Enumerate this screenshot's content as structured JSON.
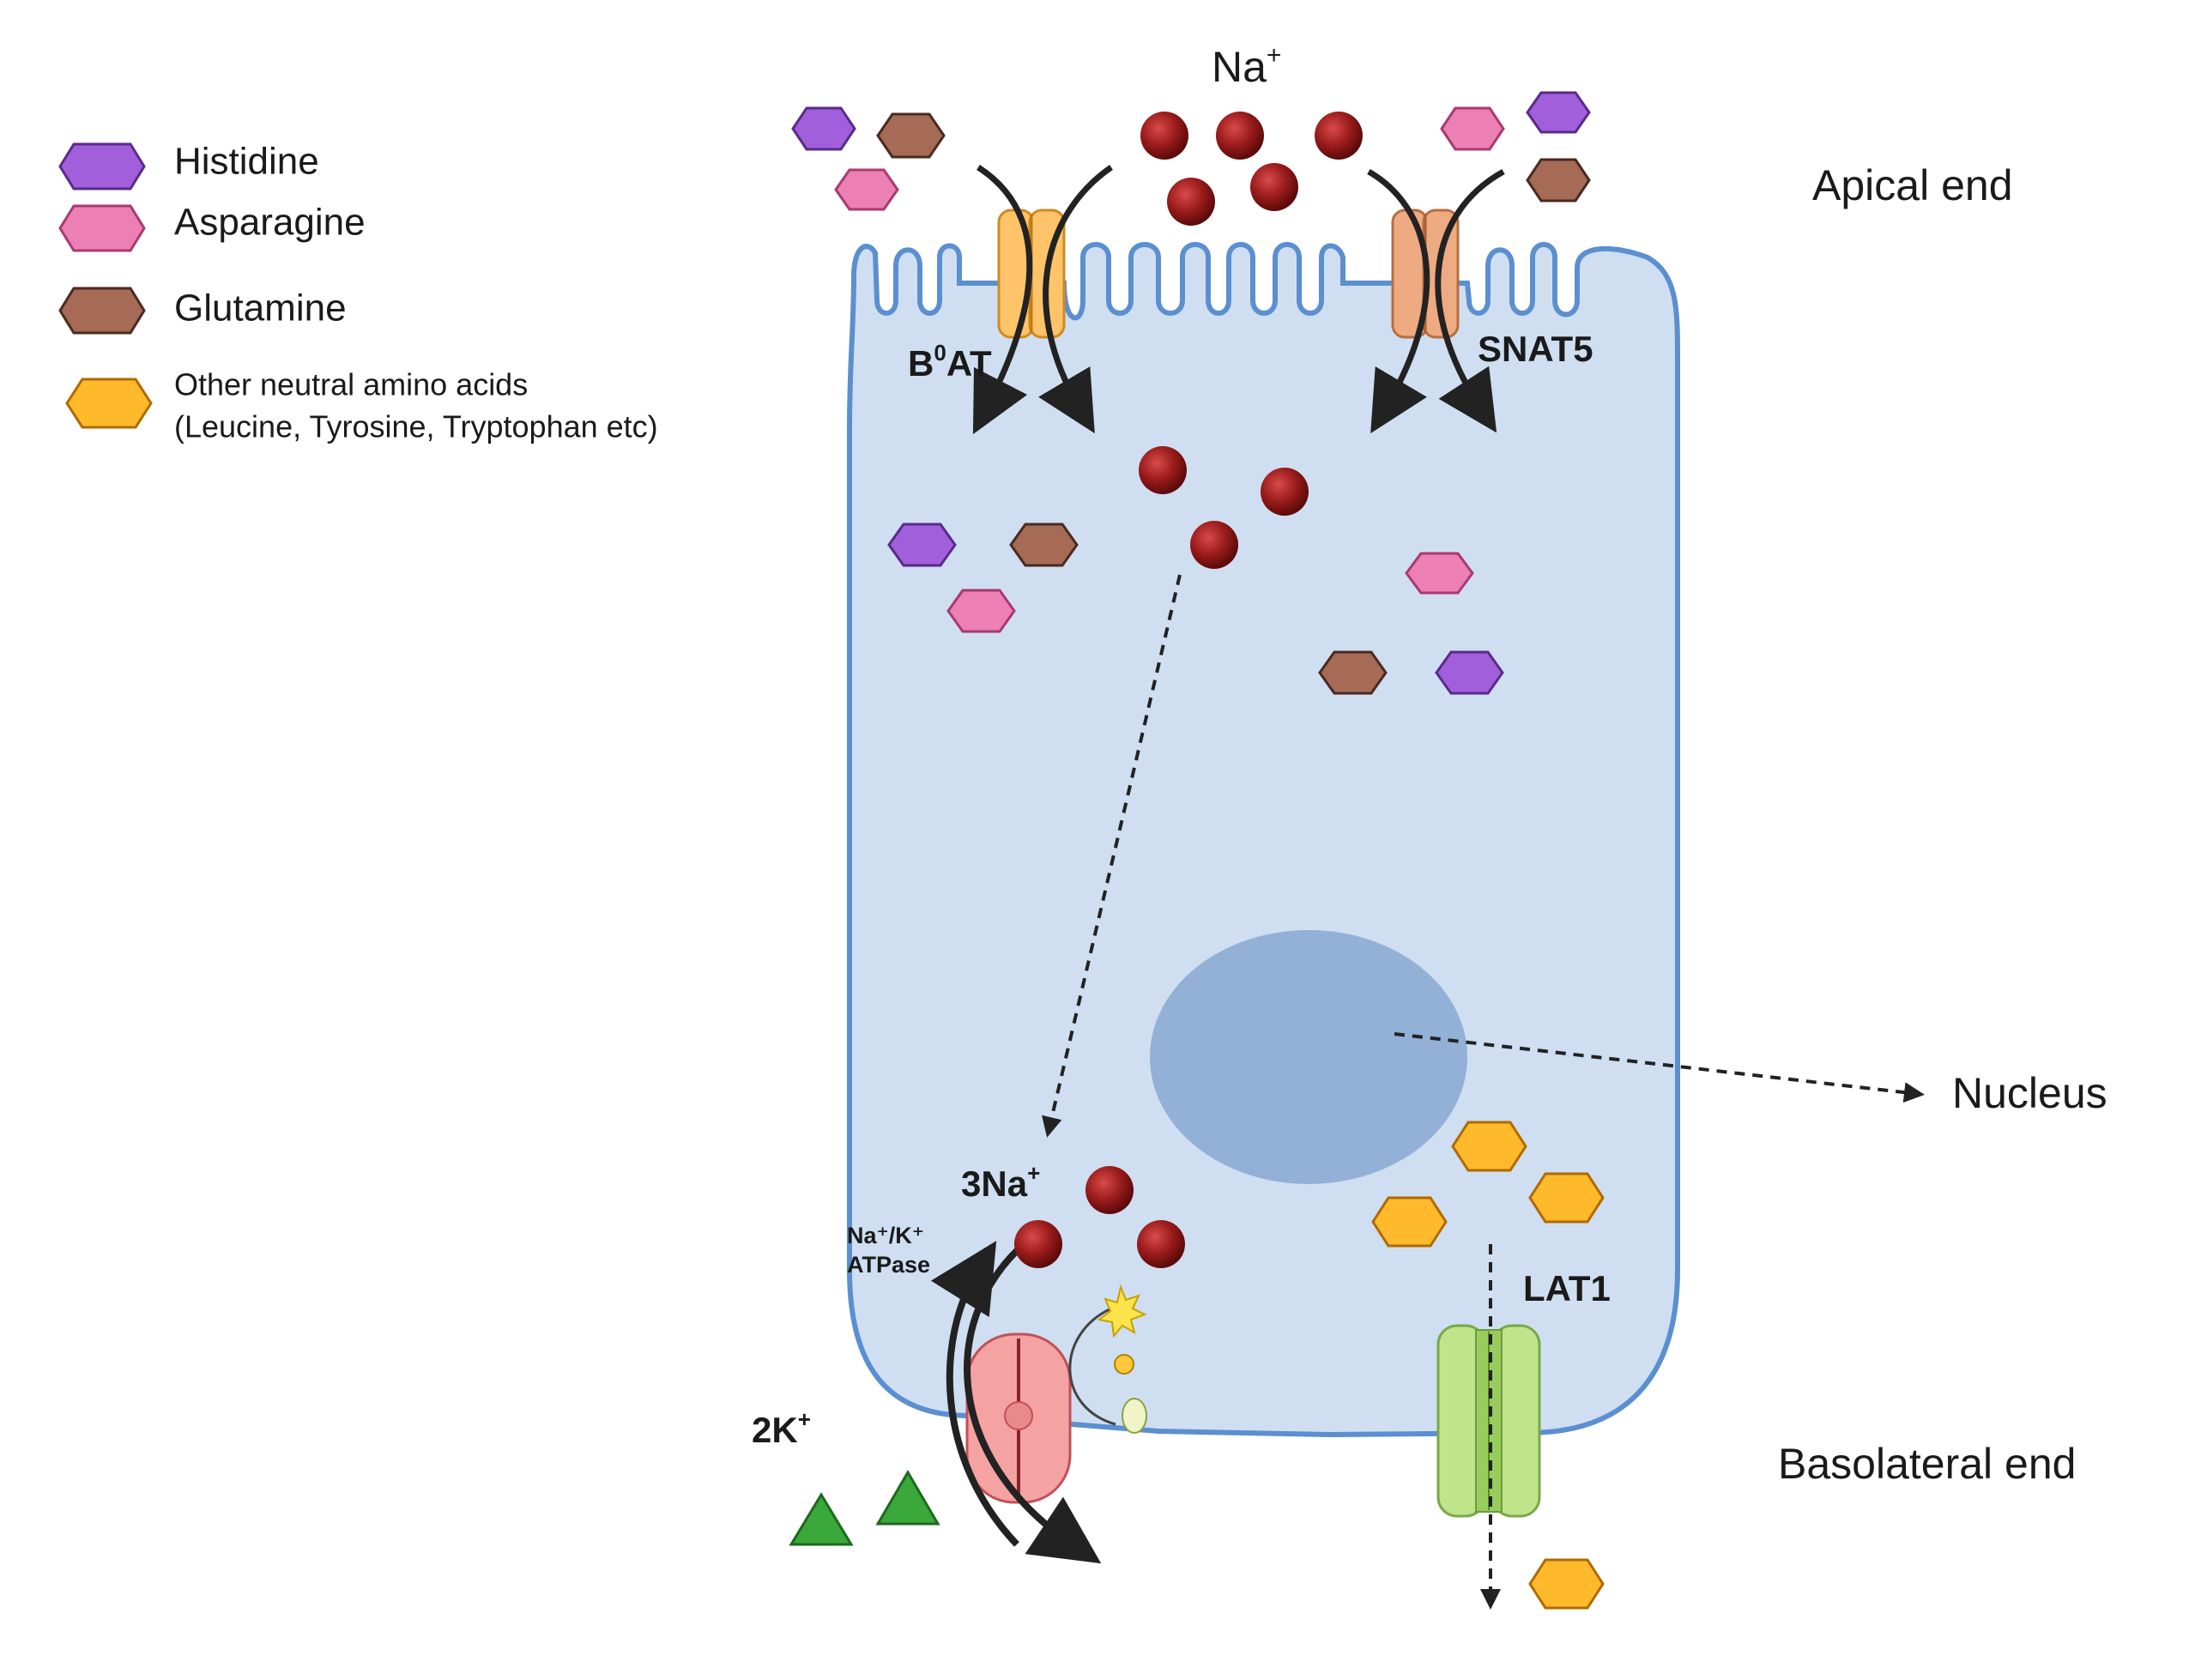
{
  "legend": {
    "items": [
      {
        "label": "Histidine",
        "color": "#a25fdc",
        "icon": "purple-hexagon"
      },
      {
        "label": "Asparagine",
        "color": "#ec7fb4",
        "icon": "pink-hexagon"
      },
      {
        "label": "Glutamine",
        "color": "#a56b56",
        "icon": "brown-hexagon"
      },
      {
        "label": "Other neutral amino acids",
        "sublabel": "(Leucine, Tyrosine, Tryptophan etc)",
        "color": "#ffba2c",
        "icon": "orange-hexagon"
      }
    ]
  },
  "labels": {
    "na_top": "Na",
    "na_top_sup": "+",
    "apical": "Apical end",
    "basolateral": "Basolateral end",
    "nucleus": "Nucleus",
    "b0at_b": "B",
    "b0at_sup": "0",
    "b0at_rest": "AT",
    "snat5": "SNAT5",
    "three_na": "3Na",
    "three_na_sup": "+",
    "two_k": "2K",
    "two_k_sup": "+",
    "atpase_line1": "Na⁺/K⁺",
    "atpase_line2": "ATPase",
    "lat1": "LAT1"
  },
  "colors": {
    "cell_fill": "#cfdff1",
    "cell_stroke": "#5b8fd0",
    "nucleus": "#93b0d6",
    "sodium": "#9b1c1c",
    "potassium": "#3aa83a",
    "b0at_channel": "#ffc36a",
    "snat5_channel": "#eeaa80",
    "atpase_channel": "#f4a2a2",
    "lat1_channel": "#bfe58a"
  }
}
